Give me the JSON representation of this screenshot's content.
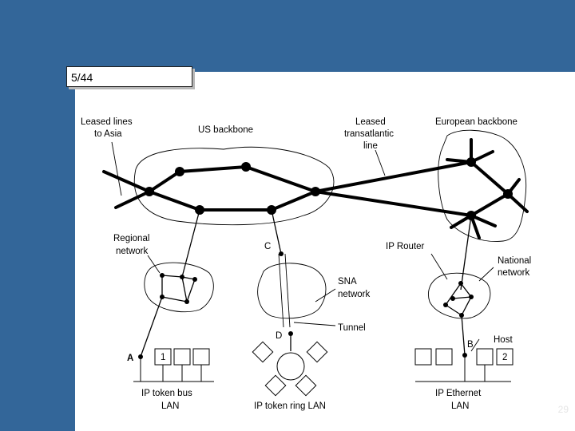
{
  "slide": {
    "page_counter": "5/44",
    "slide_number": "29"
  },
  "labels": {
    "leased_asia": [
      "Leased lines",
      "to Asia"
    ],
    "us_backbone": "US backbone",
    "leased_transatlantic": [
      "Leased",
      "transatlantic",
      "line"
    ],
    "european_backbone": "European backbone",
    "regional": [
      "Regional",
      "network"
    ],
    "c": "C",
    "ip_router": "IP Router",
    "national": [
      "National",
      "network"
    ],
    "sna": [
      "SNA",
      "network"
    ],
    "tunnel": "Tunnel",
    "d": "D",
    "host": "Host",
    "b": "B",
    "a": "A",
    "host1": "1",
    "host2": "2",
    "token_bus": [
      "IP token bus",
      "LAN"
    ],
    "token_ring": "IP token ring LAN",
    "ethernet": [
      "IP Ethernet",
      "LAN"
    ]
  },
  "colors": {
    "background": "#336699",
    "panel": "#ffffff",
    "ink": "#000000"
  }
}
